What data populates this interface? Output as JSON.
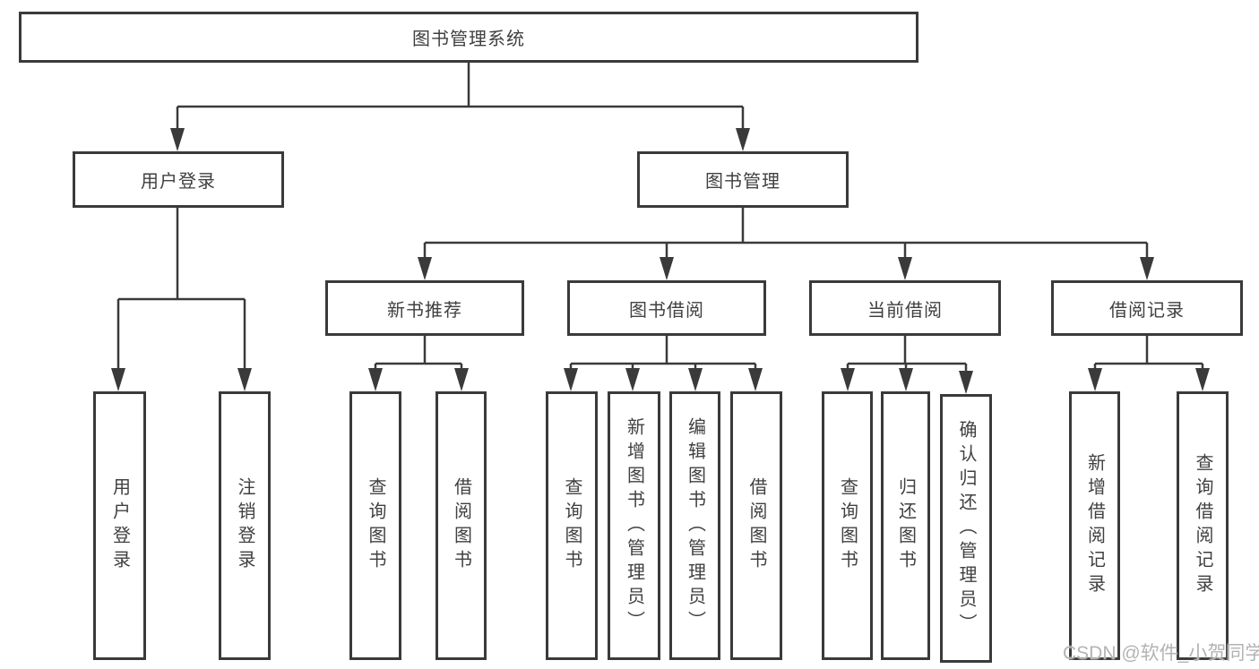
{
  "diagram": {
    "watermark": "CSDN @软件_小贺同学",
    "colors": {
      "line": "#3a3a3a",
      "box_border": "#3a3a3a",
      "box_fill": "#ffffff",
      "text": "#404040",
      "watermark": "#b3b3b3"
    },
    "nodes": {
      "root": {
        "label": "图书管理系统"
      },
      "user_login": {
        "label": "用户登录"
      },
      "book_management": {
        "label": "图书管理"
      },
      "new_book_recommend": {
        "label": "新书推荐"
      },
      "book_borrowing": {
        "label": "图书借阅"
      },
      "current_borrowing": {
        "label": "当前借阅"
      },
      "borrowing_records": {
        "label": "借阅记录"
      },
      "login": {
        "label": "用户登录"
      },
      "logout": {
        "label": "注销登录"
      },
      "nbr_query": {
        "label": "查询图书"
      },
      "nbr_borrow": {
        "label": "借阅图书"
      },
      "bb_query": {
        "label": "查询图书"
      },
      "bb_add": {
        "label": "新增图书（管理员）"
      },
      "bb_edit": {
        "label": "编辑图书（管理员）"
      },
      "bb_borrow": {
        "label": "借阅图书"
      },
      "cb_query": {
        "label": "查询图书"
      },
      "cb_return": {
        "label": "归还图书"
      },
      "cb_confirm": {
        "label": "确认归还（管理员）"
      },
      "br_add": {
        "label": "新增借阅记录"
      },
      "br_query": {
        "label": "查询借阅记录"
      }
    }
  }
}
